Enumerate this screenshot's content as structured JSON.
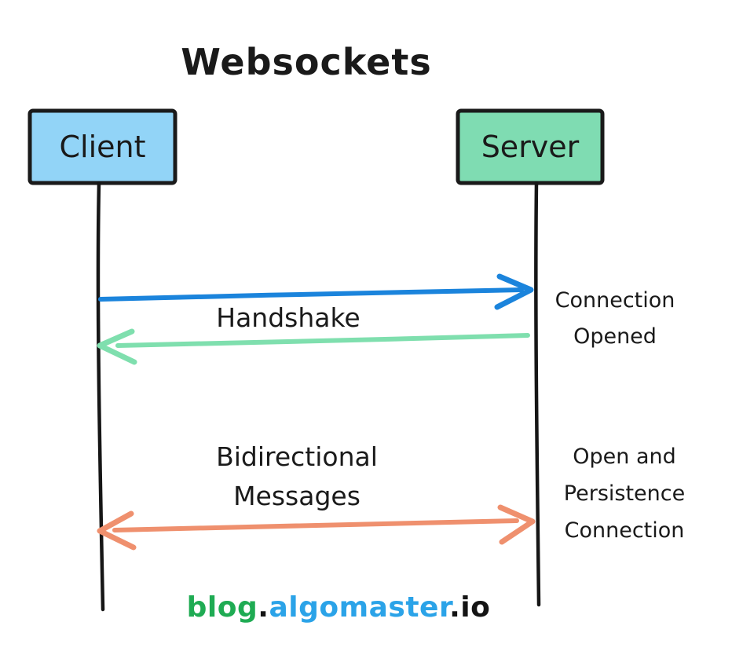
{
  "title": "Websockets",
  "actors": {
    "client": "Client",
    "server": "Server"
  },
  "messages": {
    "handshake": "Handshake",
    "bidirectional": {
      "line1": "Bidirectional",
      "line2": "Messages"
    }
  },
  "annotations": {
    "connection_opened": {
      "line1": "Connection",
      "line2": "Opened"
    },
    "open_persistence": {
      "line1": "Open and",
      "line2": "Persistence",
      "line3": "Connection"
    }
  },
  "footer": {
    "part_blog": "blog",
    "dot1": ".",
    "part_algomaster": "algomaster",
    "part_io": ".io"
  },
  "colors": {
    "client_box_fill": "#92d4f7",
    "server_box_fill": "#7fdcb2",
    "box_border": "#1a1a1a",
    "lifeline": "#161616",
    "handshake_request_arrow": "#1b84dc",
    "handshake_response_arrow": "#7fdfae",
    "bidirectional_arrow": "#ef906e",
    "text": "#1a1a1a",
    "footer_blog": "#1fab53",
    "footer_algomaster": "#2ba3e8",
    "footer_io": "#141414"
  }
}
